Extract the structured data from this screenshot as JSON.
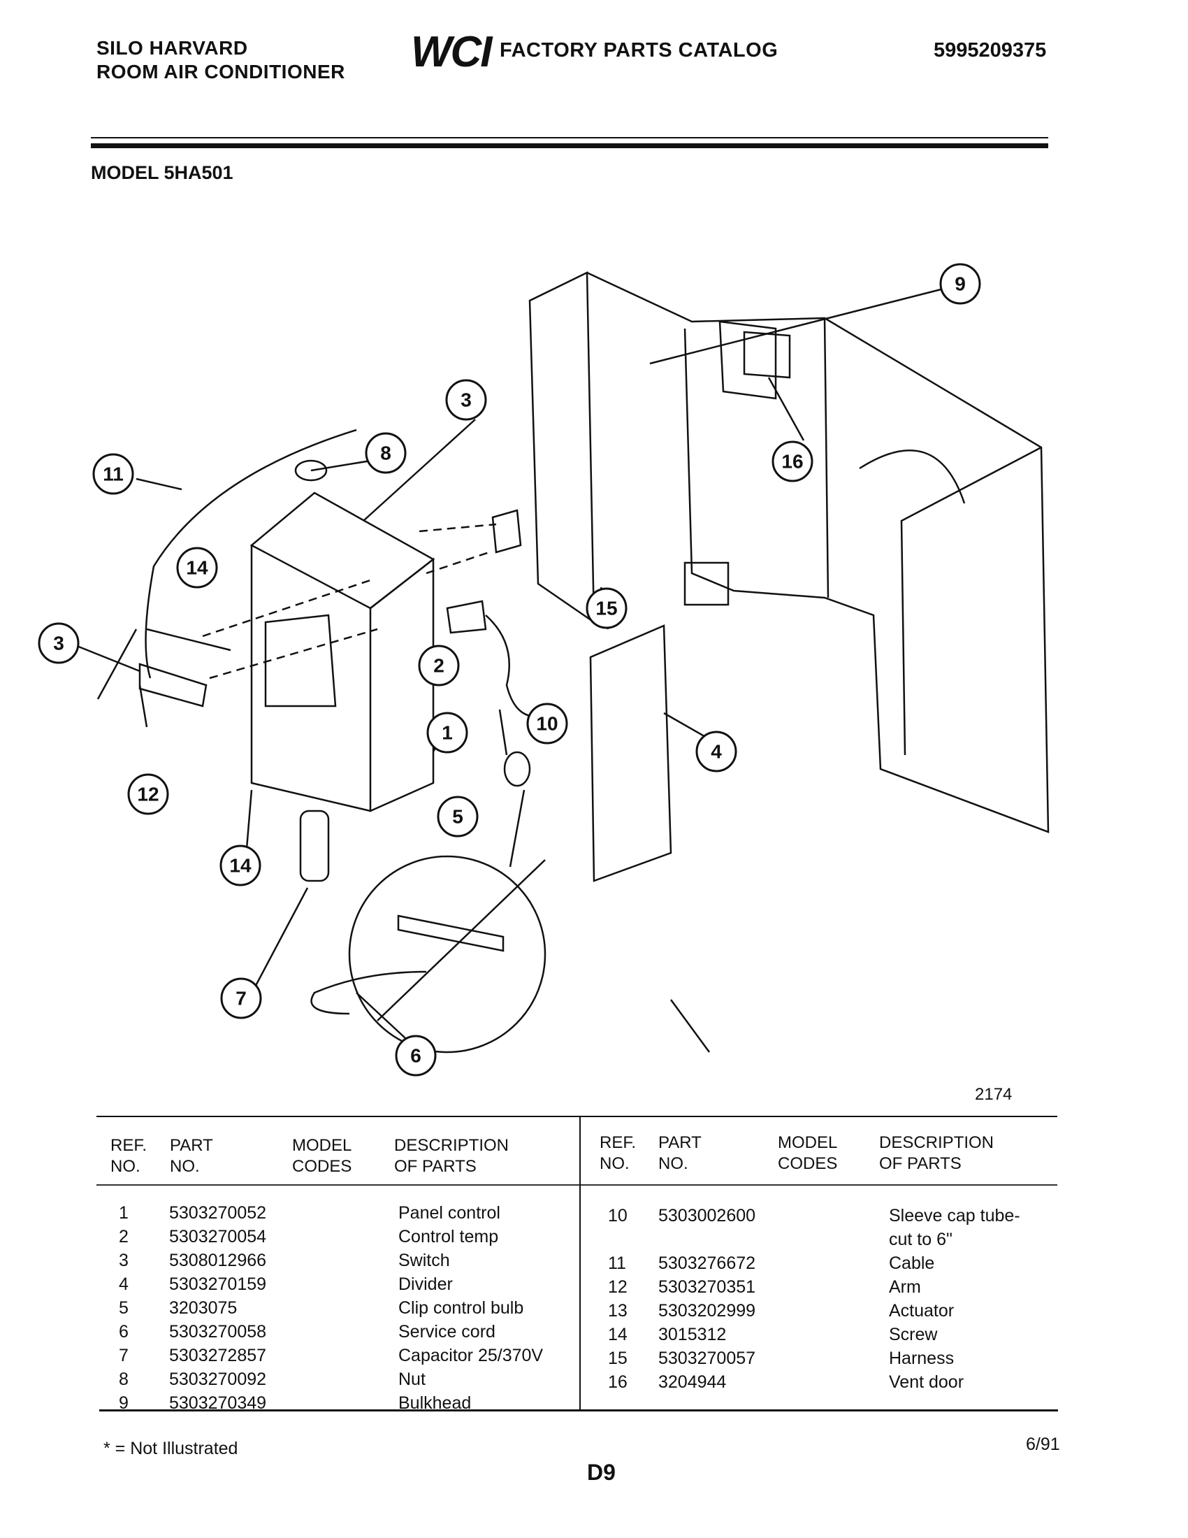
{
  "header": {
    "brand_line1": "SILO HARVARD",
    "brand_line2": "ROOM AIR CONDITIONER",
    "logo": "WCI",
    "catalog_title": "FACTORY PARTS CATALOG",
    "catalog_number": "5995209375"
  },
  "model_label": "MODEL 5HA501",
  "figure_number": "2174",
  "callouts": [
    "1",
    "2",
    "3",
    "4",
    "5",
    "6",
    "7",
    "8",
    "9",
    "10",
    "11",
    "12",
    "3",
    "14",
    "14",
    "15",
    "16"
  ],
  "table": {
    "headers": {
      "ref": [
        "REF.",
        "NO."
      ],
      "part": [
        "PART",
        "NO."
      ],
      "model": [
        "MODEL",
        "CODES"
      ],
      "desc": [
        "DESCRIPTION",
        "OF PARTS"
      ]
    },
    "left_rows": [
      {
        "ref": "1",
        "part": "5303270052",
        "model": "",
        "desc": "Panel control"
      },
      {
        "ref": "2",
        "part": "5303270054",
        "model": "",
        "desc": "Control temp"
      },
      {
        "ref": "3",
        "part": "5308012966",
        "model": "",
        "desc": "Switch"
      },
      {
        "ref": "4",
        "part": "5303270159",
        "model": "",
        "desc": "Divider"
      },
      {
        "ref": "5",
        "part": "3203075",
        "model": "",
        "desc": "Clip control bulb"
      },
      {
        "ref": "6",
        "part": "5303270058",
        "model": "",
        "desc": "Service cord"
      },
      {
        "ref": "7",
        "part": "5303272857",
        "model": "",
        "desc": "Capacitor 25/370V"
      },
      {
        "ref": "8",
        "part": "5303270092",
        "model": "",
        "desc": "Nut"
      },
      {
        "ref": "9",
        "part": "5303270349",
        "model": "",
        "desc": "Bulkhead"
      }
    ],
    "right_rows": [
      {
        "ref": "10",
        "part": "5303002600",
        "model": "",
        "desc": "Sleeve cap tube-",
        "desc2": "cut to 6\""
      },
      {
        "ref": "11",
        "part": "5303276672",
        "model": "",
        "desc": "Cable"
      },
      {
        "ref": "12",
        "part": "5303270351",
        "model": "",
        "desc": "Arm"
      },
      {
        "ref": "13",
        "part": "5303202999",
        "model": "",
        "desc": "Actuator"
      },
      {
        "ref": "14",
        "part": "3015312",
        "model": "",
        "desc": "Screw"
      },
      {
        "ref": "15",
        "part": "5303270057",
        "model": "",
        "desc": "Harness"
      },
      {
        "ref": "16",
        "part": "3204944",
        "model": "",
        "desc": "Vent door"
      }
    ]
  },
  "footer": {
    "footnote": "* = Not Illustrated",
    "page": "D9",
    "date": "6/91"
  }
}
